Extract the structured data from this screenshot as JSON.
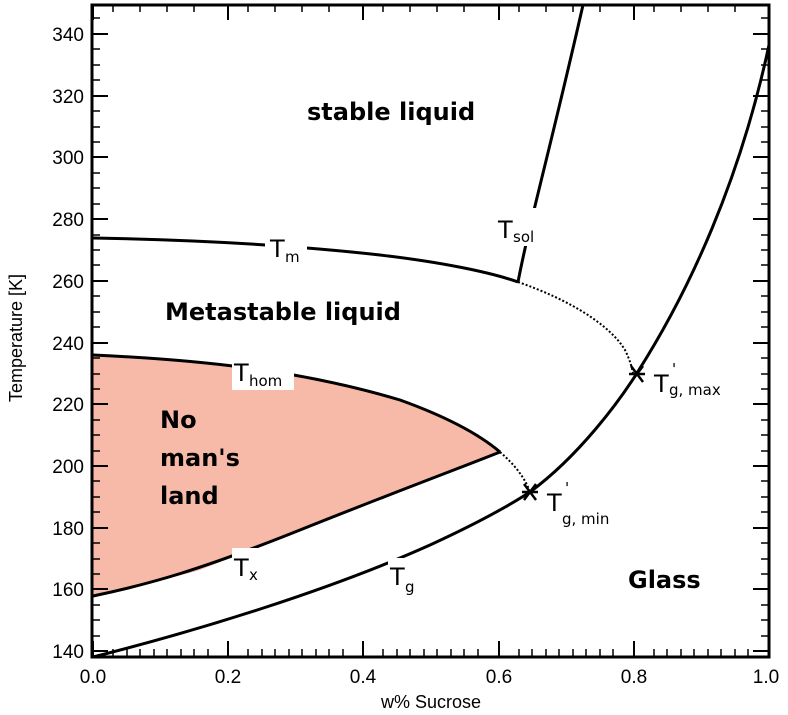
{
  "chart_data": {
    "type": "line",
    "title": "",
    "xlabel": "w% Sucrose",
    "ylabel": "Temperature [K]",
    "xlim": [
      0.0,
      1.0
    ],
    "ylim": [
      138,
      349
    ],
    "grid": false,
    "x_ticks": [
      "0.0",
      "0.2",
      "0.4",
      "0.6",
      "0.8",
      "1.0"
    ],
    "y_ticks": [
      "140",
      "160",
      "180",
      "200",
      "220",
      "240",
      "260",
      "280",
      "300",
      "320",
      "340"
    ],
    "series": [
      {
        "name": "Tm",
        "label_main": "T",
        "label_sub": "m",
        "style": "solid",
        "x": [
          0.0,
          0.2,
          0.4,
          0.55,
          0.63
        ],
        "y": [
          273.3,
          271.5,
          267.5,
          263,
          259.6
        ]
      },
      {
        "name": "Tm (dotted extension)",
        "style": "dotted",
        "x": [
          0.63,
          0.7,
          0.76,
          0.8
        ],
        "y": [
          259.6,
          253,
          243,
          230.4
        ]
      },
      {
        "name": "Tsol",
        "label_main": "T",
        "label_sub": "sol",
        "style": "solid",
        "x": [
          0.63,
          0.65,
          0.68,
          0.725
        ],
        "y": [
          259.6,
          275,
          300,
          349
        ]
      },
      {
        "name": "Tg",
        "label_main": "T",
        "label_sub": "g",
        "style": "solid",
        "x": [
          0.0,
          0.2,
          0.4,
          0.6,
          0.645,
          0.8,
          0.9,
          1.0
        ],
        "y": [
          138,
          148,
          163,
          184,
          191.5,
          229,
          265,
          336
        ]
      },
      {
        "name": "Thom",
        "label_main": "T",
        "label_sub": "hom",
        "style": "solid",
        "x": [
          0.0,
          0.2,
          0.4,
          0.5,
          0.6
        ],
        "y": [
          235.5,
          232,
          224,
          216,
          204.5
        ]
      },
      {
        "name": "Tx",
        "label_main": "T",
        "label_sub": "x",
        "style": "solid",
        "x": [
          0.0,
          0.2,
          0.4,
          0.5,
          0.6
        ],
        "y": [
          157.5,
          166.5,
          182,
          192,
          204.5
        ]
      },
      {
        "name": "Thom to Tg' min (dotted)",
        "style": "dotted",
        "x": [
          0.6,
          0.625,
          0.645
        ],
        "y": [
          204.5,
          199,
          191.5
        ]
      }
    ],
    "points": [
      {
        "name": "Tg' max",
        "x": 0.805,
        "y": 229.5,
        "marker": "star"
      },
      {
        "name": "Tg' min",
        "x": 0.645,
        "y": 191.5,
        "marker": "star"
      }
    ],
    "regions": [
      {
        "name": "stable liquid"
      },
      {
        "name": "Metastable liquid"
      },
      {
        "name": "No man's land",
        "fill": "#f7b9a8"
      },
      {
        "name": "Glass"
      }
    ]
  },
  "labels": {
    "x_title": "w% Sucrose",
    "y_title": "Temperature [K]",
    "stable_liquid": "stable liquid",
    "metastable_liquid": "Metastable liquid",
    "no_mans_1": "No",
    "no_mans_2": "man's",
    "no_mans_3": "land",
    "glass": "Glass",
    "T": "T",
    "sub_m": "m",
    "sub_sol": "sol",
    "sub_hom": "hom",
    "sub_x": "x",
    "sub_g": "g",
    "sub_gmax": "g, max",
    "sub_gmin": "g, min",
    "prime": "'",
    "xt0": "0.0",
    "xt1": "0.2",
    "xt2": "0.4",
    "xt3": "0.6",
    "xt4": "0.8",
    "xt5": "1.0",
    "yt0": "140",
    "yt1": "160",
    "yt2": "180",
    "yt3": "200",
    "yt4": "220",
    "yt5": "240",
    "yt6": "260",
    "yt7": "280",
    "yt8": "300",
    "yt9": "320",
    "yt10": "340"
  },
  "colors": {
    "no_mans_land_fill": "#f7b9a8",
    "line": "#000000"
  }
}
